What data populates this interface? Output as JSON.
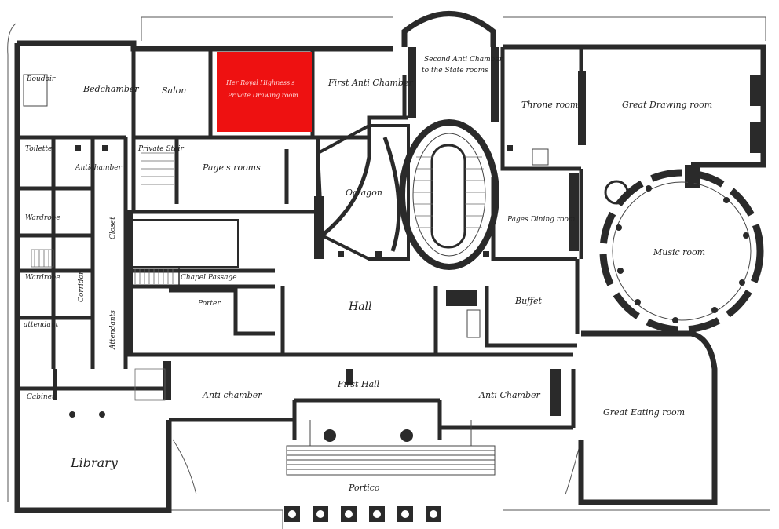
{
  "colors": {
    "highlight": "#ee1111",
    "wall": "#2a2a2a",
    "paper": "#ffffff"
  },
  "rooms": {
    "boudoir": "Boudoir",
    "bedchamber": "Bedchamber",
    "salon": "Salon",
    "highlighted_line1": "Her Royal Highness's",
    "highlighted_line2": "Private Drawing room",
    "first_anti_chamber": "First Anti Chamber",
    "second_anti_chamber_line1": "Second Anti Chamber",
    "second_anti_chamber_line2": "to the State rooms",
    "throne_room": "Throne room",
    "great_drawing_room": "Great Drawing room",
    "toilette": "Toilette",
    "anti_chamber_private": "Antichamber",
    "private_stair": "Private Stair",
    "pages_rooms": "Page's rooms",
    "octagon": "Octagon",
    "pages_dining_room": "Pages Dining room",
    "music_room": "Music room",
    "wardrobe_1": "Wardrobe",
    "closet": "Closet",
    "wardrobe_2": "Wardrobe",
    "corridor": "Corridor",
    "attendants": "Attendants",
    "attendant": "attendant",
    "chapel_passage": "Chapel Passage",
    "porter": "Porter",
    "hall": "Hall",
    "buffet": "Buffet",
    "cabinet": "Cabinet",
    "library": "Library",
    "anti_chamber_west": "Anti chamber",
    "first_hall": "First Hall",
    "anti_chamber_east": "Anti Chamber",
    "great_eating_room": "Great Eating room",
    "portico": "Portico"
  }
}
